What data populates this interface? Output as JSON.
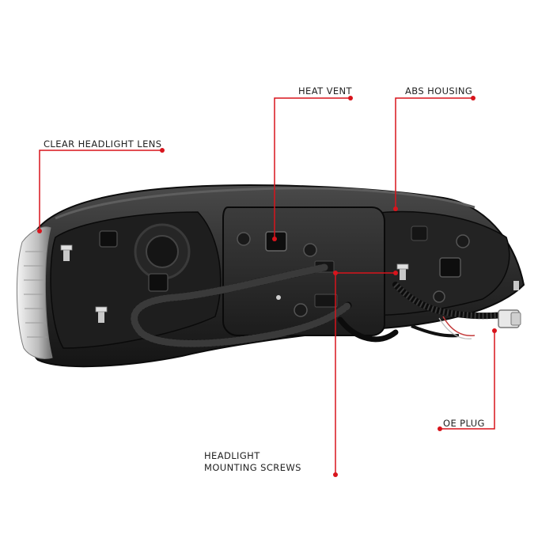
{
  "callouts": {
    "heat_vent": "HEAT VENT",
    "abs_housing": "ABS HOUSING",
    "clear_lens": "CLEAR HEADLIGHT LENS",
    "oe_plug": "OE PLUG",
    "mounting_screws_line1": "HEADLIGHT",
    "mounting_screws_line2": "MOUNTING SCREWS"
  },
  "colors": {
    "callout_line": "#d8141c",
    "housing": "#2b2b2b",
    "housing_dark": "#111111",
    "chrome": "#d9d9d9",
    "background": "#ffffff"
  }
}
